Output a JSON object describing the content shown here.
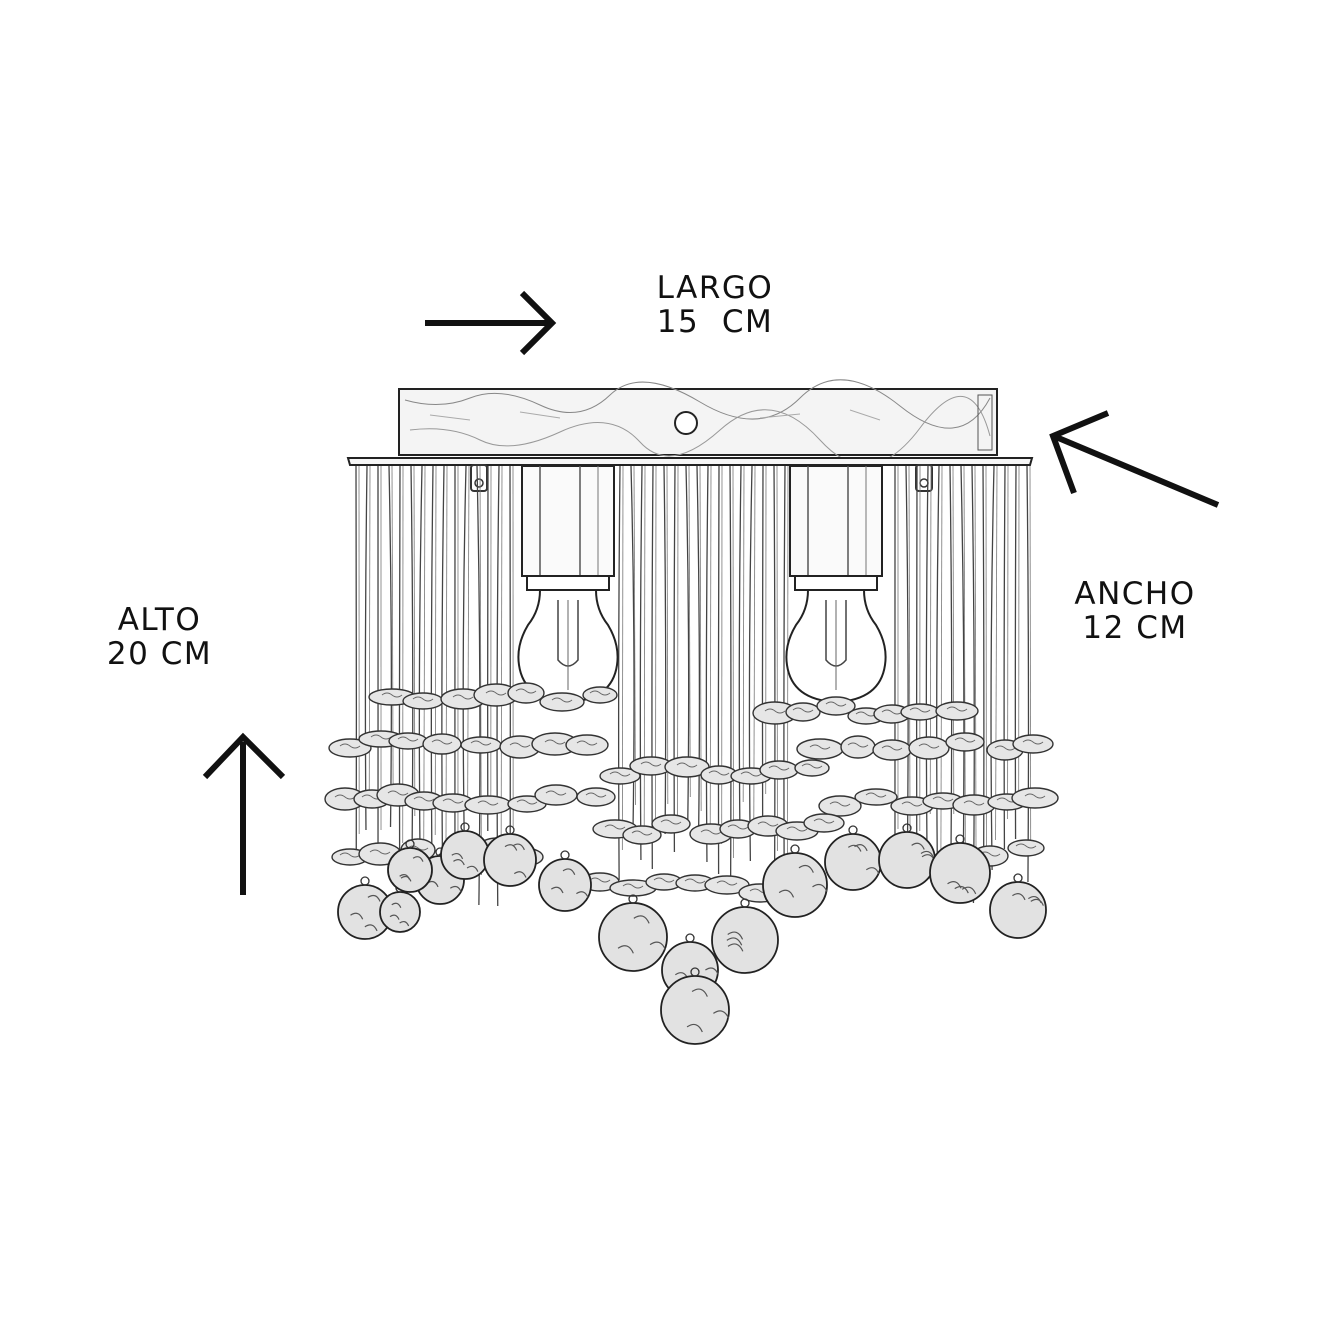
{
  "dimensions": {
    "largo": {
      "name": "LARGO",
      "value": "15  CM"
    },
    "ancho": {
      "name": "ANCHO",
      "value": "12 CM"
    },
    "alto": {
      "name": "ALTO",
      "value": "20 CM"
    }
  },
  "colors": {
    "ink": "#111111",
    "background": "#ffffff",
    "crystal": "#dcdcdc"
  },
  "product": {
    "bulb_count": 2
  }
}
